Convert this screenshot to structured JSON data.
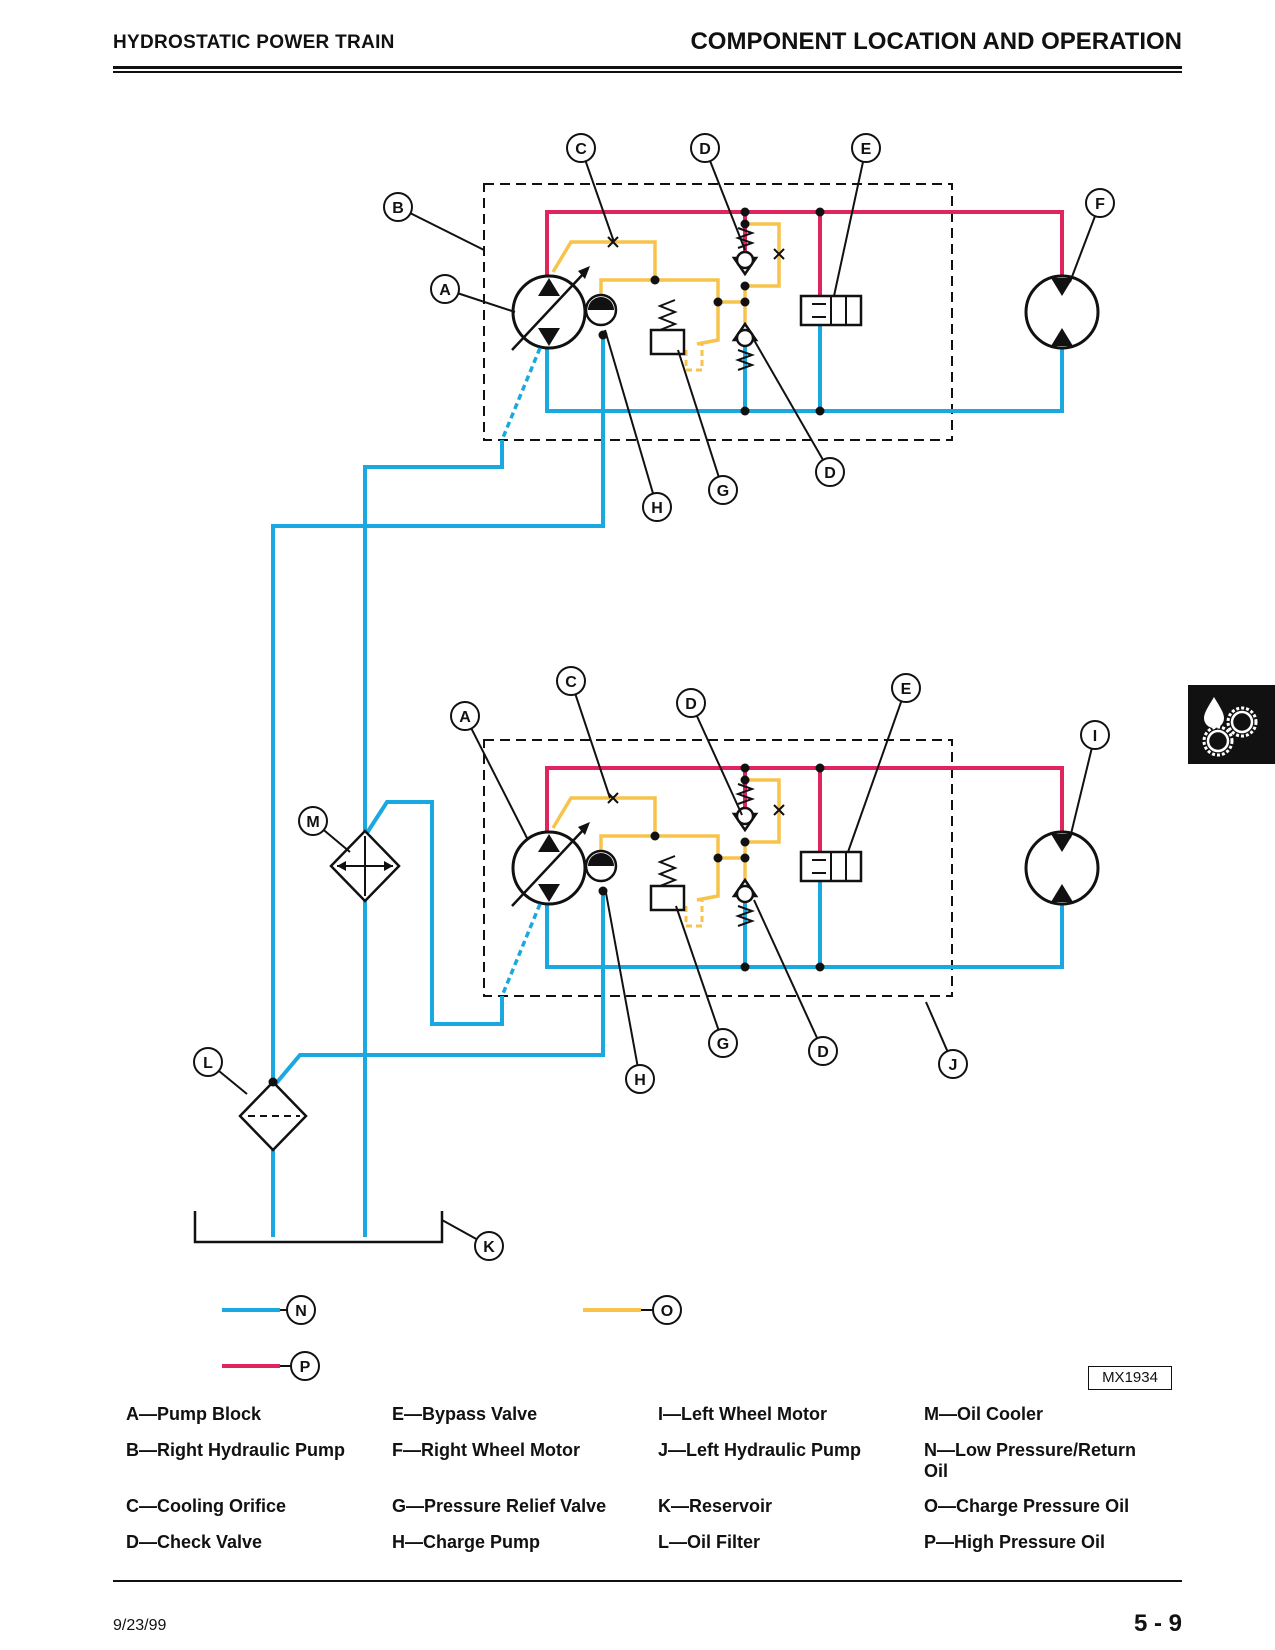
{
  "header": {
    "left": "HYDROSTATIC POWER TRAIN",
    "right": "COMPONENT LOCATION AND OPERATION"
  },
  "footer": {
    "date": "9/23/99",
    "page": "5 - 9"
  },
  "figure_id": "MX1934",
  "callouts": {
    "A": "A",
    "B": "B",
    "C": "C",
    "D": "D",
    "E": "E",
    "F": "F",
    "G": "G",
    "H": "H",
    "I": "I",
    "J": "J",
    "K": "K",
    "L": "L",
    "M": "M",
    "N": "N",
    "O": "O",
    "P": "P"
  },
  "colors": {
    "low_pressure": "#1aa8e0",
    "charge_pressure": "#f7c34a",
    "high_pressure": "#e0245e",
    "ink": "#111111"
  },
  "legend": [
    [
      "A—Pump Block",
      "B—Right Hydraulic Pump",
      "C—Cooling Orifice",
      "D—Check Valve"
    ],
    [
      "E—Bypass Valve",
      "F—Right Wheel Motor",
      "G—Pressure Relief Valve",
      "H—Charge Pump"
    ],
    [
      "I—Left Wheel Motor",
      "J—Left Hydraulic Pump",
      "K—Reservoir",
      "L—Oil Filter"
    ],
    [
      "M—Oil Cooler",
      "N—Low Pressure/Return Oil",
      "O—Charge Pressure Oil",
      "P—High Pressure Oil"
    ]
  ]
}
